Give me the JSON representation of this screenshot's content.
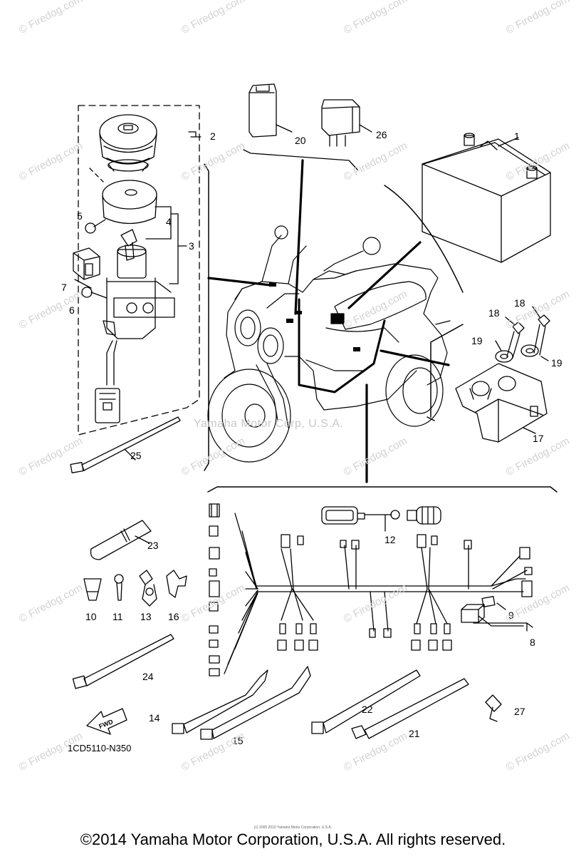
{
  "watermark": "© Firedog.com",
  "center_watermark": "Yamaha Motor Corp, U.S.A.",
  "part_numbers": [
    "1",
    "2",
    "3",
    "4",
    "5",
    "6",
    "7",
    "8",
    "9",
    "10",
    "11",
    "12",
    "13",
    "14",
    "15",
    "16",
    "17",
    "18",
    "18",
    "19",
    "19",
    "20",
    "21",
    "22",
    "23",
    "24",
    "25",
    "26",
    "27"
  ],
  "labels": {
    "n1": "1",
    "n2": "2",
    "n3": "3",
    "n4": "4",
    "n5": "5",
    "n6": "6",
    "n7": "7",
    "n8": "8",
    "n9": "9",
    "n10": "10",
    "n11": "11",
    "n12": "12",
    "n13": "13",
    "n14": "14",
    "n15": "15",
    "n16": "16",
    "n17": "17",
    "n18a": "18",
    "n18b": "18",
    "n19a": "19",
    "n19b": "19",
    "n20": "20",
    "n21": "21",
    "n22": "22",
    "n23": "23",
    "n24": "24",
    "n25": "25",
    "n26": "26",
    "n27": "27"
  },
  "fwd_label": "FWD",
  "diagram_code": "1CD5110-N350",
  "copyright_tiny": "(c) 2005 2010 Yamaha Motor Corporation, U.S.A.",
  "copyright": "©2014 Yamaha Motor Corporation, U.S.A. All rights reserved."
}
